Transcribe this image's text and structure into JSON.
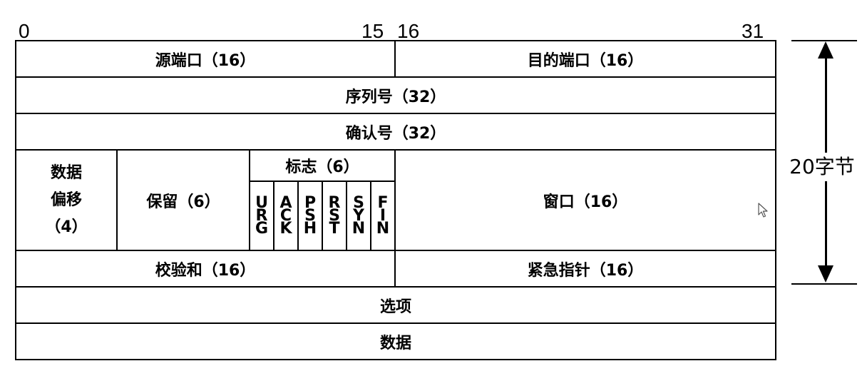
{
  "bit_labels": {
    "b0": "0",
    "b15": "15",
    "b16": "16",
    "b31": "31"
  },
  "row1": {
    "src_port": "源端口（16）",
    "dst_port": "目的端口（16）"
  },
  "seq": "序列号（32）",
  "ack": "确认号（32）",
  "offset": [
    "数据",
    "偏移",
    "（4）"
  ],
  "reserved": "保留（6）",
  "flags": {
    "title": "标志（6）",
    "items": [
      [
        "U",
        "R",
        "G"
      ],
      [
        "A",
        "C",
        "K"
      ],
      [
        "P",
        "S",
        "H"
      ],
      [
        "R",
        "S",
        "T"
      ],
      [
        "S",
        "Y",
        "N"
      ],
      [
        "F",
        "I",
        "N"
      ]
    ]
  },
  "window": "窗口（16）",
  "checksum": "校验和（16）",
  "urgent": "紧急指针（16）",
  "options": "选项",
  "data": "数据",
  "header_size": "20字节"
}
